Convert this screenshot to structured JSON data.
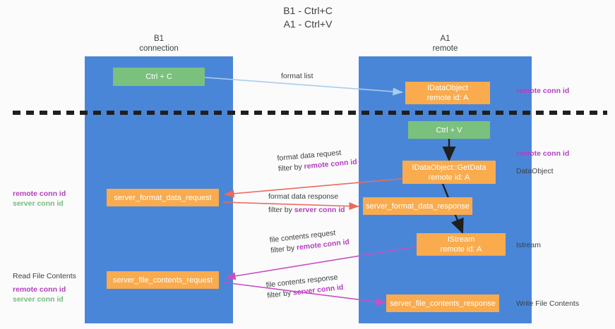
{
  "title": "B1 - Ctrl+C\nA1 - Ctrl+V",
  "colors": {
    "lane": "#4a86d8",
    "node_orange": "#f9ab4e",
    "node_green": "#7ac17d",
    "remote_conn_id": "#b23fbf",
    "server_conn_id": "#76bb7f",
    "arrow_blue": "#a8cdee",
    "arrow_red": "#ec6a5c",
    "arrow_magenta": "#c84fc2",
    "arrow_black": "#1f1f1f",
    "divider": "#1f1f1f",
    "background": "#fbfbfb"
  },
  "lanes": [
    {
      "id": "b1",
      "title": "B1\nconnection"
    },
    {
      "id": "a1",
      "title": "A1\nremote"
    }
  ],
  "nodes": [
    {
      "id": "ctrl-c",
      "lane": "b1",
      "kind": "green",
      "label": "Ctrl + C"
    },
    {
      "id": "idataobject",
      "lane": "a1",
      "kind": "orange",
      "label": "IDataObject\nremote id: A"
    },
    {
      "id": "ctrl-v",
      "lane": "a1",
      "kind": "green",
      "label": "Ctrl + V"
    },
    {
      "id": "idataobject-getdata",
      "lane": "a1",
      "kind": "orange",
      "label": "IDataObject::GetData\nremote id: A"
    },
    {
      "id": "server-format-data-request",
      "lane": "b1",
      "kind": "orange",
      "label": "server_format_data_request"
    },
    {
      "id": "server-format-data-response",
      "lane": "a1",
      "kind": "orange",
      "label": "server_format_data_response"
    },
    {
      "id": "istream",
      "lane": "a1",
      "kind": "orange",
      "label": "IStream\nremote id: A"
    },
    {
      "id": "server-file-contents-request",
      "lane": "b1",
      "kind": "orange",
      "label": "server_file_contents_request"
    },
    {
      "id": "server-file-contents-response",
      "lane": "a1",
      "kind": "orange",
      "label": "server_file_contents_response"
    }
  ],
  "edge_labels": [
    {
      "id": "format-list",
      "line1": "format list",
      "line2": "",
      "key": ""
    },
    {
      "id": "format-data-request",
      "line1": "format data request",
      "line2": "filter by ",
      "key": "remote conn id",
      "key_type": "remote"
    },
    {
      "id": "format-data-response",
      "line1": "format data response",
      "line2": "filter by ",
      "key": "server conn id",
      "key_type": "remote"
    },
    {
      "id": "file-contents-request",
      "line1": "file contents request",
      "line2": "filter by ",
      "key": "remote conn id",
      "key_type": "remote"
    },
    {
      "id": "file-contents-response",
      "line1": "file contents response",
      "line2": "filter by ",
      "key": "server conn id",
      "key_type": "remote"
    }
  ],
  "side_notes_right": [
    {
      "id": "note-remote-conn-id-top",
      "text": "remote conn id",
      "style": "remote"
    },
    {
      "id": "note-remote-conn-id-mid",
      "text": "remote conn id",
      "style": "remote"
    },
    {
      "id": "note-dataobject",
      "text": "DataObject",
      "style": "plain"
    },
    {
      "id": "note-istream",
      "text": "Istream",
      "style": "plain"
    },
    {
      "id": "note-write-file-contents",
      "text": "Write File Contents",
      "style": "plain"
    }
  ],
  "side_notes_left": [
    {
      "id": "note-left-conn-ids",
      "line1": "remote conn id",
      "line2": "server conn id"
    },
    {
      "id": "note-read-file",
      "line0": "Read File Contents",
      "line1": "remote conn id",
      "line2": "server conn id"
    }
  ]
}
